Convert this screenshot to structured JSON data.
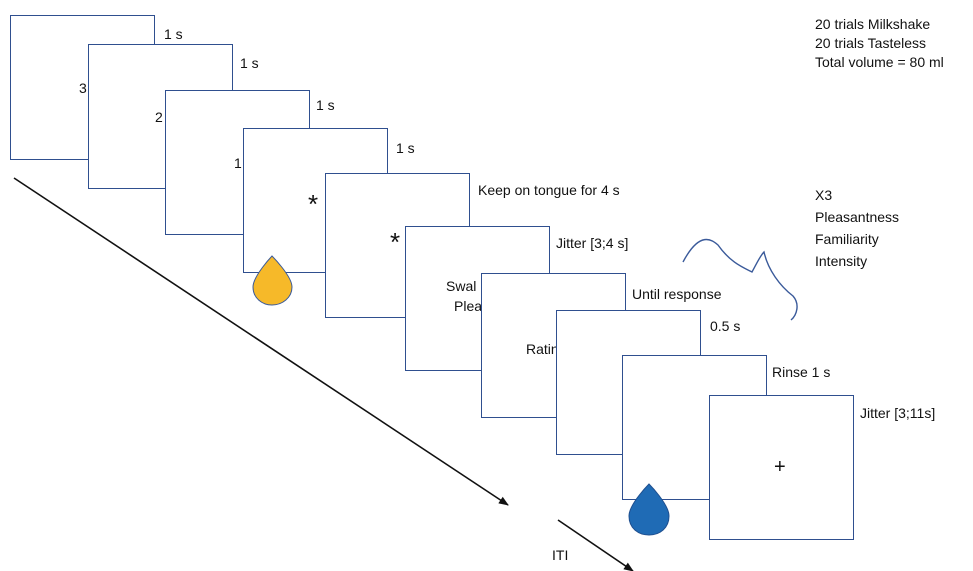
{
  "colors": {
    "frame_border": "#2f4f8f",
    "milkshake_drop": "#f6b929",
    "rinse_drop": "#1f6bb5",
    "arrow": "#111111",
    "bracket": "#3a5a9a"
  },
  "screens": [
    {
      "content": "3",
      "duration": "1 s"
    },
    {
      "content": "2",
      "duration": "1 s"
    },
    {
      "content": "1",
      "duration": "1 s"
    },
    {
      "content": "*",
      "duration": "1 s"
    },
    {
      "content": "*",
      "duration": "Keep on tongue for 4 s"
    },
    {
      "content_line1": "Swal",
      "content_line2": "Plea",
      "duration": "Jitter [3;4 s]"
    },
    {
      "content": "Ratin",
      "duration": "Until response"
    },
    {
      "content": "",
      "duration": "0.5 s"
    },
    {
      "content": "+",
      "duration": "Rinse 1 s"
    },
    {
      "content": "+",
      "duration": "Jitter [3;11s]"
    }
  ],
  "info": {
    "lines": [
      "20 trials Milkshake",
      "20 trials Tasteless",
      "Total volume = 80 ml"
    ]
  },
  "ratings": {
    "repeat": "X3",
    "items": [
      "Pleasantness",
      "Familiarity",
      "Intensity"
    ]
  },
  "iti_label": "ITI",
  "icons": {
    "milkshake": "droplet-icon",
    "rinse": "droplet-icon"
  }
}
